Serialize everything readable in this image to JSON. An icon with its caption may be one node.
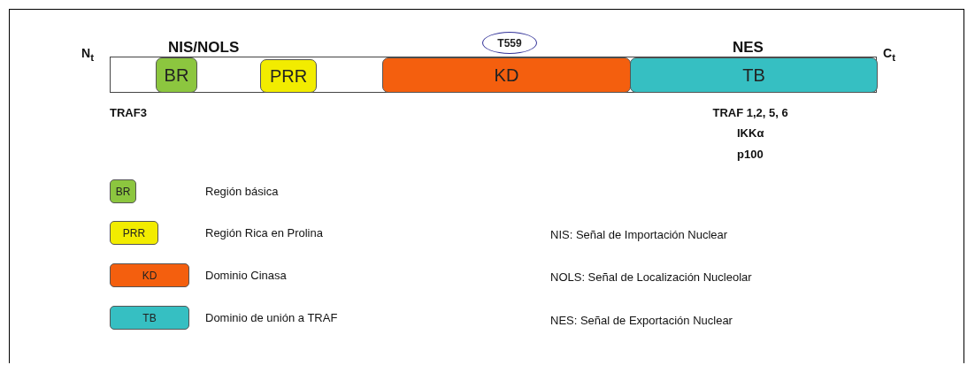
{
  "diagram": {
    "nodes": [
      {
        "text": [],
        "shape": "bar"
      },
      {
        "text": [
          "BR"
        ],
        "in": 0
      },
      {
        "text": [
          "PRR"
        ],
        "in": 0
      },
      {
        "text": [
          "KD"
        ],
        "in": 0
      },
      {
        "text": [
          "TB"
        ],
        "in": 0
      },
      {
        "text": [
          "T559"
        ]
      },
      {
        "text": [
          "BR"
        ]
      },
      {
        "text": [
          "PRR"
        ]
      },
      {
        "text": [
          "KD"
        ]
      },
      {
        "text": [
          "TB"
        ]
      }
    ],
    "edges": [],
    "labels": [
      "N$_{t}$",
      "NIS/NOLS",
      "NES",
      "C$_{t}$",
      "TRAF3",
      "TRAF 1,2, 5, 6",
      "IKKα",
      "p100",
      "Región básica",
      "Región Rica en Prolina",
      "NIS: Señal de Importación Nuclear",
      "Dominio Cinasa",
      "NOLS: Señal de Localización Nucleolar",
      "Dominio de unión a TRAF",
      "NES: Señal de Exportación Nuclear"
    ]
  }
}
